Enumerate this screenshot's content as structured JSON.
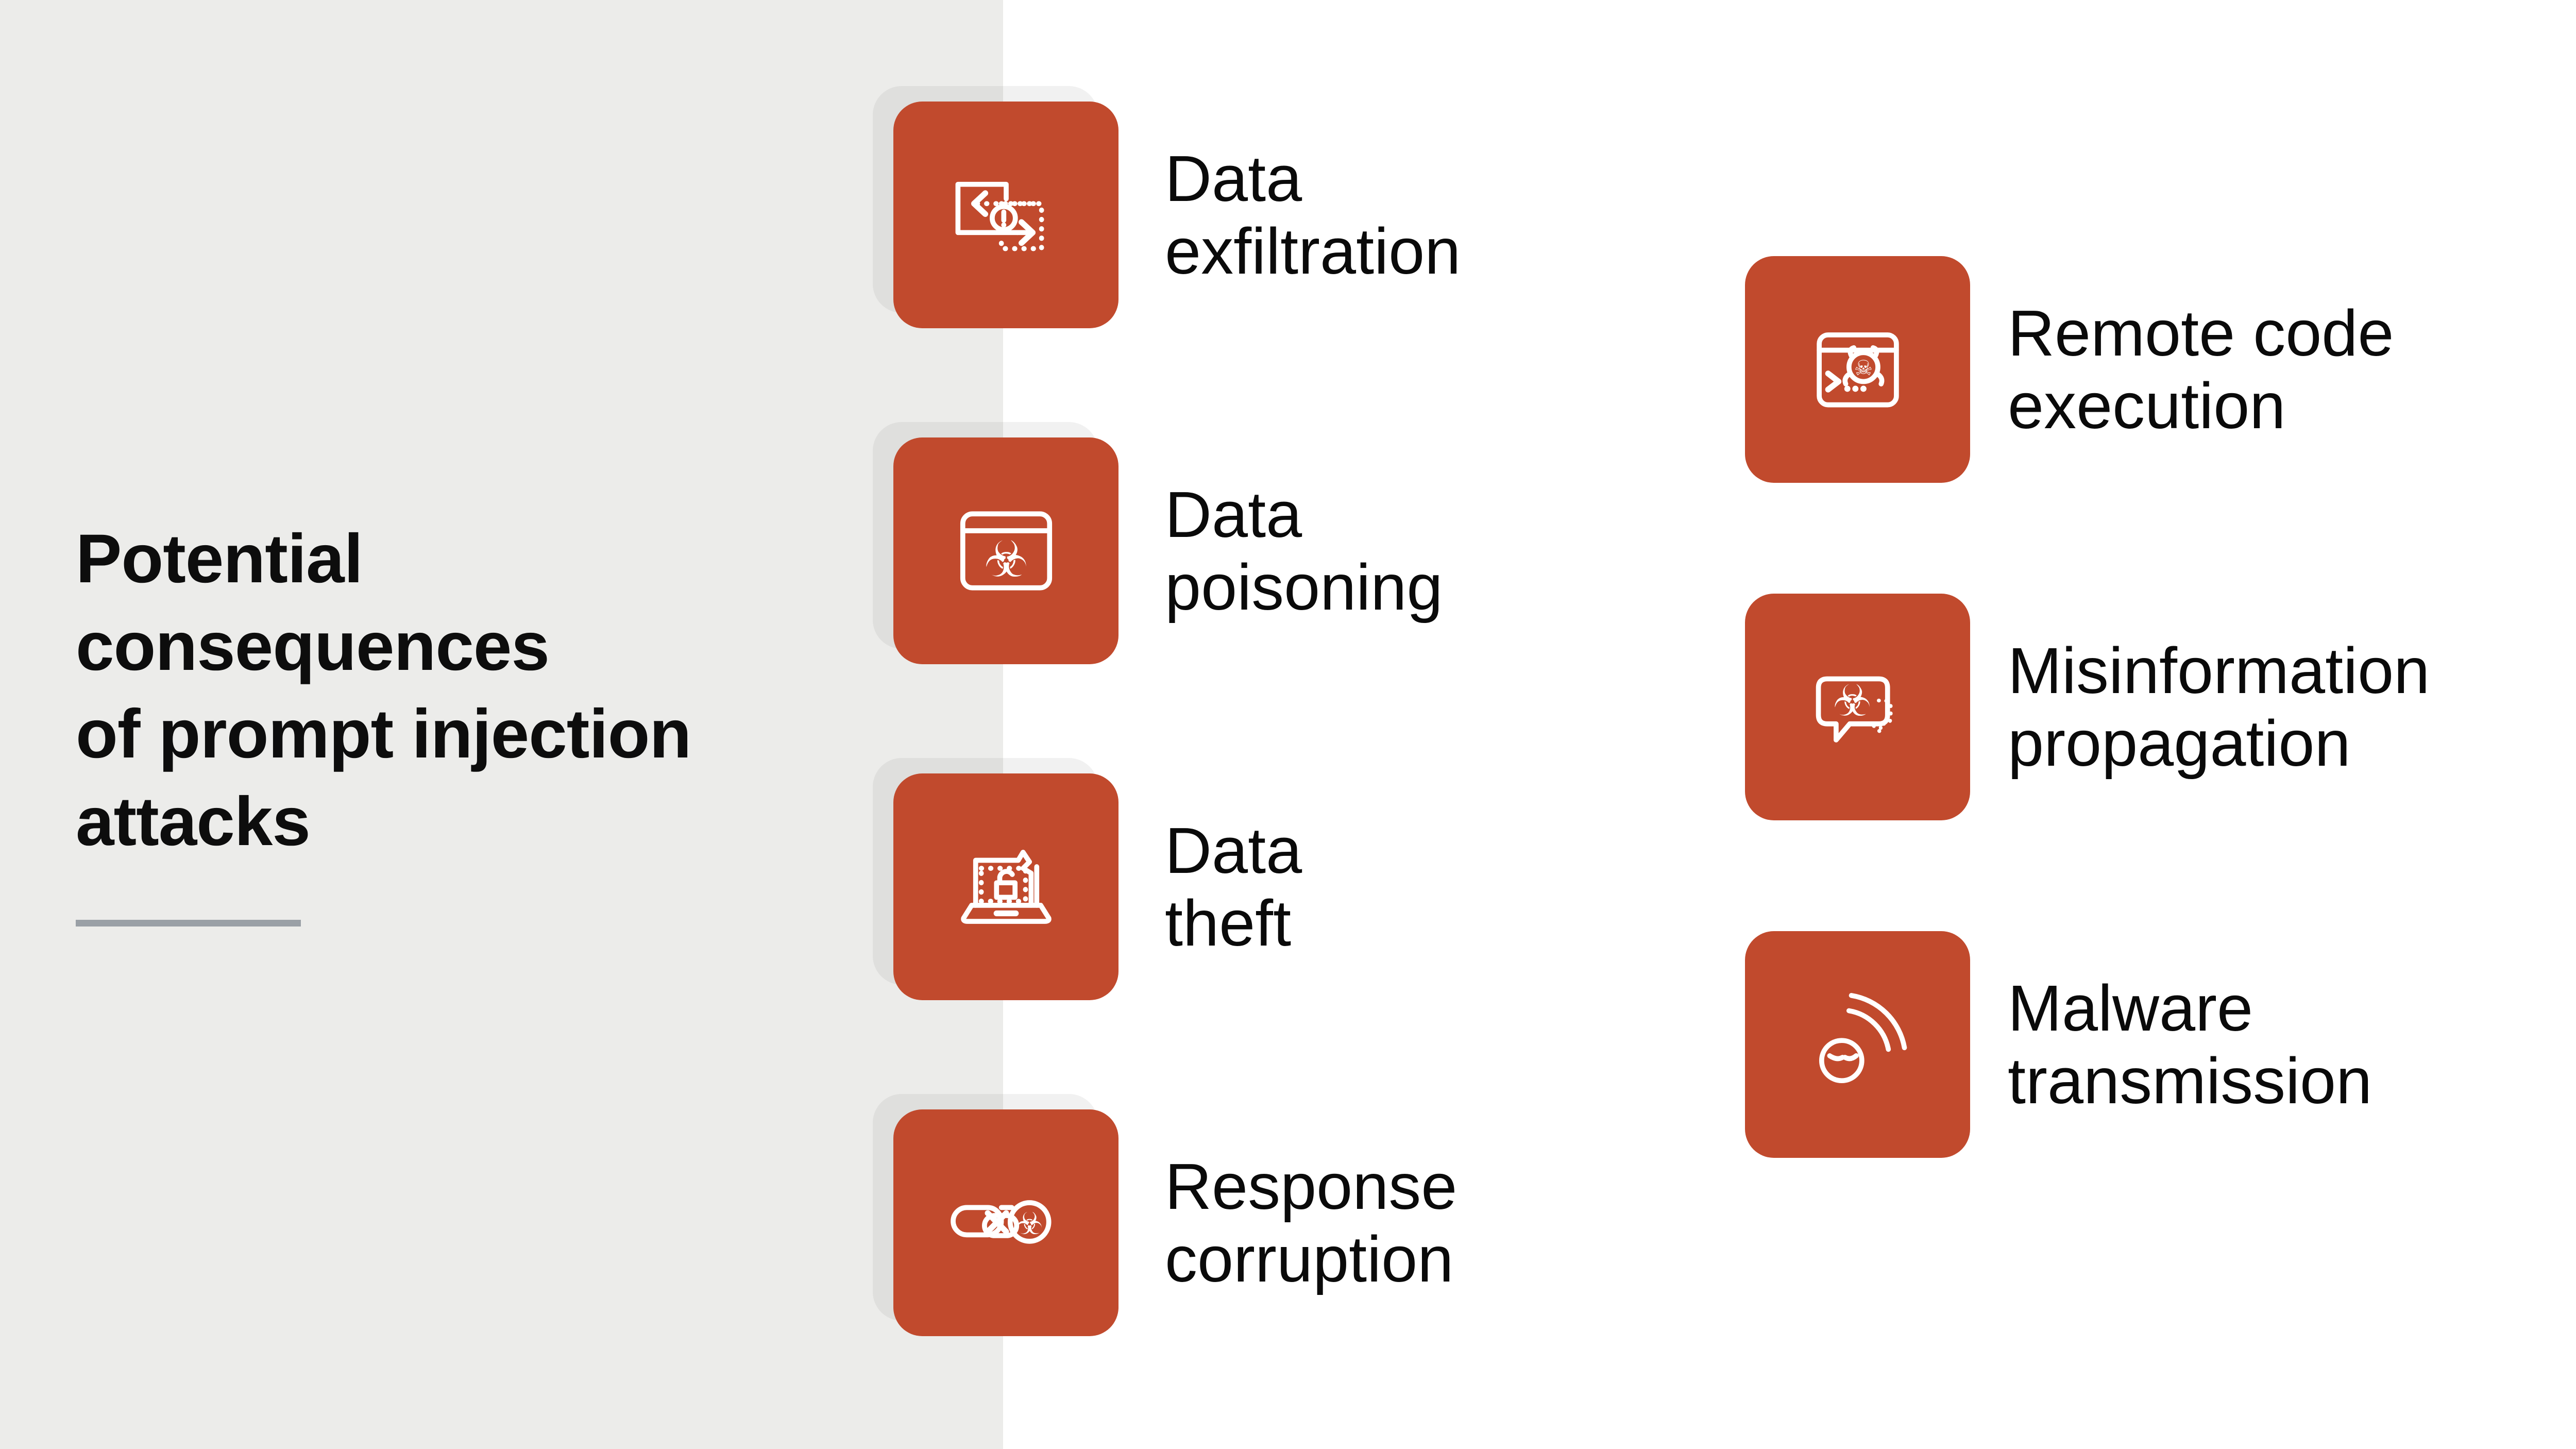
{
  "title": {
    "text": "Potential\nconsequences\nof prompt injection\nattacks"
  },
  "colors": {
    "accent_orange": "#C14A2D",
    "panel_gray": "#ECECEA",
    "divider_gray": "#9AA0A6",
    "text_black": "#0a0a0a",
    "icon_line_white": "#ffffff"
  },
  "left_items": [
    {
      "label": "Data\nexfiltration",
      "icon": "data-exfiltration-icon"
    },
    {
      "label": "Data\npoisoning",
      "icon": "data-poisoning-icon"
    },
    {
      "label": "Data\ntheft",
      "icon": "data-theft-icon"
    },
    {
      "label": "Response\ncorruption",
      "icon": "response-corruption-icon"
    }
  ],
  "right_items": [
    {
      "label": "Remote code\nexecution",
      "icon": "remote-code-execution-icon"
    },
    {
      "label": "Misinformation\npropagation",
      "icon": "misinformation-propagation-icon"
    },
    {
      "label": "Malware\ntransmission",
      "icon": "malware-transmission-icon"
    }
  ]
}
